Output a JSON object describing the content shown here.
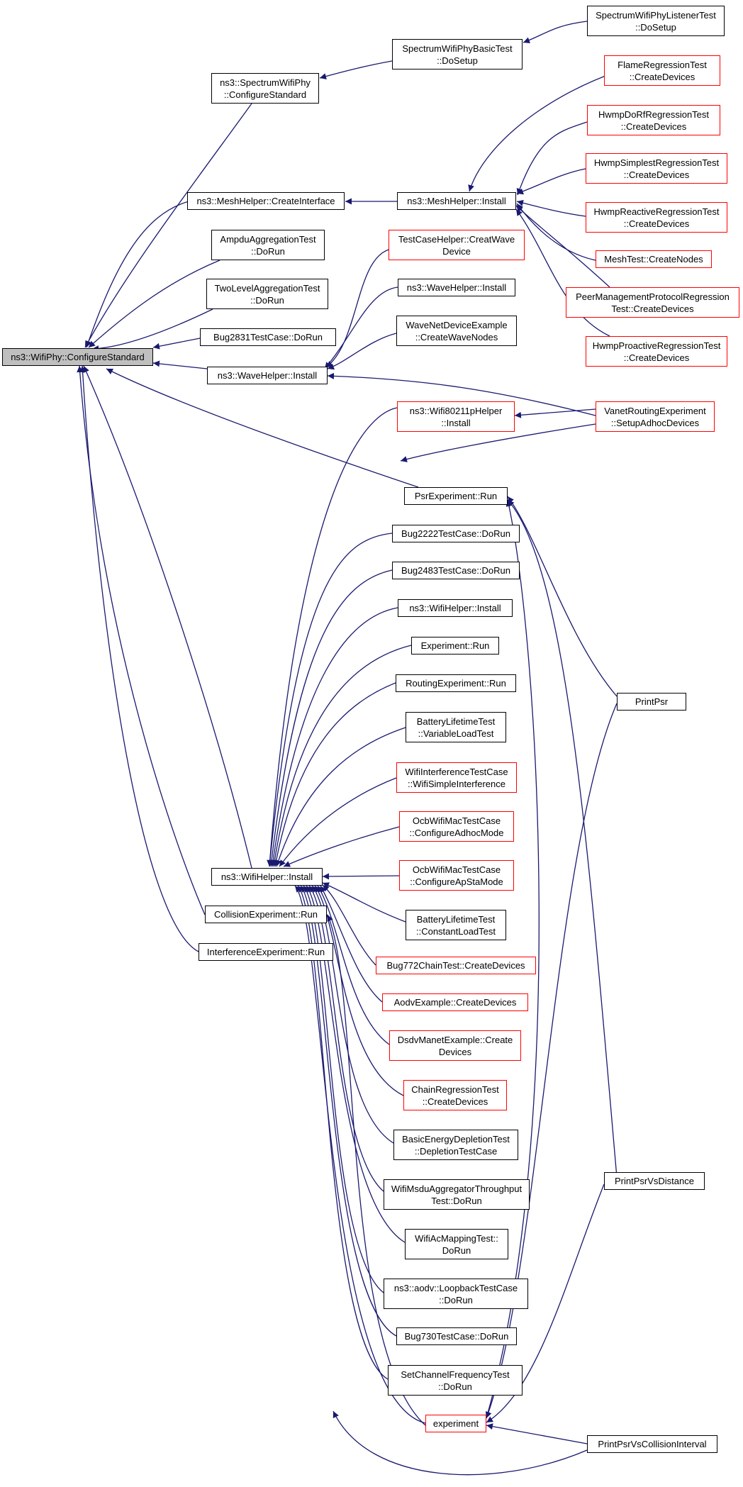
{
  "colors": {
    "edge": "#191970",
    "node_border": "#000000",
    "truncated_border": "#ff0000",
    "root_fill": "#bfbfbf"
  },
  "nodes": {
    "root": "ns3::WifiPhy::ConfigureStandard",
    "spectrum_configure": "ns3::SpectrumWifiPhy\n::ConfigureStandard",
    "spectrum_basic": "SpectrumWifiPhyBasicTest\n::DoSetup",
    "spectrum_listener": "SpectrumWifiPhyListenerTest\n::DoSetup",
    "mesh_create_iface": "ns3::MeshHelper::CreateInterface",
    "mesh_install": "ns3::MeshHelper::Install",
    "flame": "FlameRegressionTest\n::CreateDevices",
    "hwmp_dorf": "HwmpDoRfRegressionTest\n::CreateDevices",
    "hwmp_simplest": "HwmpSimplestRegressionTest\n::CreateDevices",
    "hwmp_reactive": "HwmpReactiveRegressionTest\n::CreateDevices",
    "meshtest": "MeshTest::CreateNodes",
    "peer_mgmt": "PeerManagementProtocolRegression\nTest::CreateDevices",
    "hwmp_proactive": "HwmpProactiveRegressionTest\n::CreateDevices",
    "ampdu": "AmpduAggregationTest\n::DoRun",
    "twolevel": "TwoLevelAggregationTest\n::DoRun",
    "bug2831": "Bug2831TestCase::DoRun",
    "wave_install": "ns3::WaveHelper::Install",
    "testcase_helper": "TestCaseHelper::CreatWave\nDevice",
    "wave_install2": "ns3::WaveHelper::Install",
    "wavenet": "WaveNetDeviceExample\n::CreateWaveNodes",
    "wifi80211p": "ns3::Wifi80211pHelper\n::Install",
    "vanet": "VanetRoutingExperiment\n::SetupAdhocDevices",
    "psr_run": "PsrExperiment::Run",
    "bug2222": "Bug2222TestCase::DoRun",
    "bug2483": "Bug2483TestCase::DoRun",
    "wifi_install_r": "ns3::WifiHelper::Install",
    "experiment_run": "Experiment::Run",
    "routing_exp": "RoutingExperiment::Run",
    "battery_var": "BatteryLifetimeTest\n::VariableLoadTest",
    "wifi_interf": "WifiInterferenceTestCase\n::WifiSimpleInterference",
    "ocb_adhoc": "OcbWifiMacTestCase\n::ConfigureAdhocMode",
    "ocb_apsta": "OcbWifiMacTestCase\n::ConfigureApStaMode",
    "wifi_install": "ns3::WifiHelper::Install",
    "battery_const": "BatteryLifetimeTest\n::ConstantLoadTest",
    "collision_run": "CollisionExperiment::Run",
    "interference_run": "InterferenceExperiment::Run",
    "bug772": "Bug772ChainTest::CreateDevices",
    "aodv_example": "AodvExample::CreateDevices",
    "dsdv": "DsdvManetExample::Create\nDevices",
    "chain_reg": "ChainRegressionTest\n::CreateDevices",
    "basic_energy": "BasicEnergyDepletionTest\n::DepletionTestCase",
    "msdu": "WifiMsduAggregatorThroughput\nTest::DoRun",
    "acmapping": "WifiAcMappingTest::\nDoRun",
    "aodv_loopback": "ns3::aodv::LoopbackTestCase\n::DoRun",
    "bug730": "Bug730TestCase::DoRun",
    "setchannel": "SetChannelFrequencyTest\n::DoRun",
    "experiment": "experiment",
    "printpsr": "PrintPsr",
    "printpsr_dist": "PrintPsrVsDistance",
    "printpsr_coll": "PrintPsrVsCollisionInterval"
  }
}
